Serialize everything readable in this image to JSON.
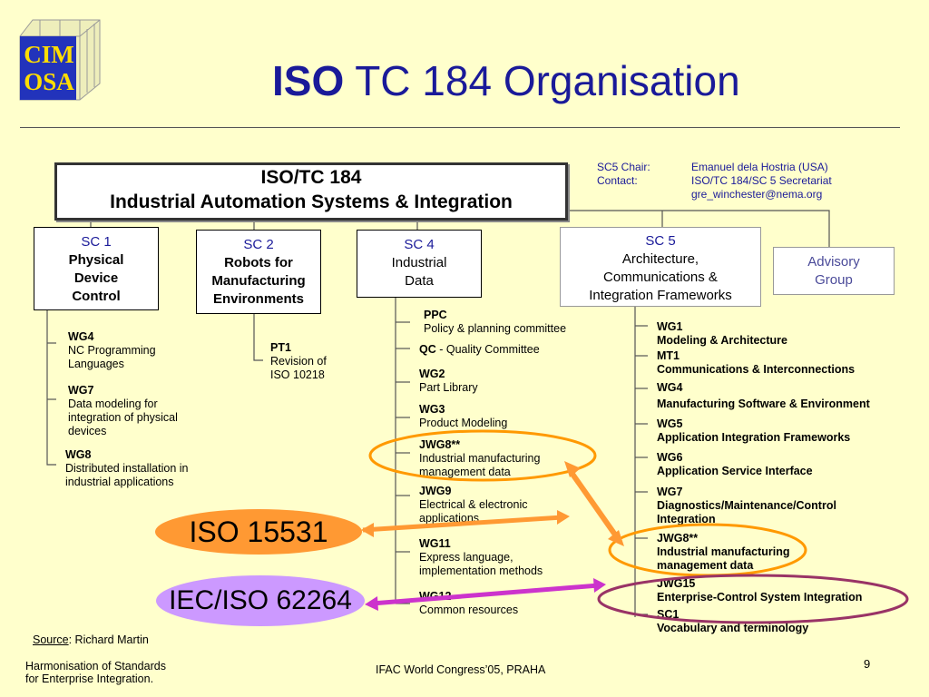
{
  "logo": {
    "line1": "CIM",
    "line2": "OSA"
  },
  "title": {
    "bold": "ISO",
    "rest": "TC 184 Organisation"
  },
  "main_box": {
    "line1": "ISO/TC 184",
    "line2": "Industrial Automation Systems & Integration"
  },
  "contact": {
    "chair_label": "SC5 Chair:",
    "chair_value": "Emanuel dela Hostria (USA)",
    "contact_label": "Contact:",
    "contact_value1": "ISO/TC 184/SC 5 Secretariat",
    "contact_value2": "gre_winchester@nema.org"
  },
  "sc1": {
    "code": "SC 1",
    "l1": "Physical",
    "l2": "Device",
    "l3": "Control"
  },
  "sc2": {
    "code": "SC 2",
    "l1": "Robots for",
    "l2": "Manufacturing",
    "l3": "Environments"
  },
  "sc4": {
    "code": "SC 4",
    "l1": "Industrial",
    "l2": "Data"
  },
  "sc5": {
    "code": "SC 5",
    "l1": "Architecture,",
    "l2": "Communications &",
    "l3": "Integration Frameworks"
  },
  "advisory": {
    "l1": "Advisory",
    "l2": "Group"
  },
  "sc1_groups": [
    {
      "code": "WG4",
      "desc1": "NC Programming",
      "desc2": "Languages"
    },
    {
      "code": "WG7",
      "desc1": "Data modeling for",
      "desc2": "integration of physical",
      "desc3": "devices"
    },
    {
      "code": "WG8",
      "desc1": "Distributed installation in",
      "desc2": "industrial applications"
    }
  ],
  "sc2_groups": [
    {
      "code": "PT1",
      "desc1": "Revision of",
      "desc2": "ISO 10218"
    }
  ],
  "sc4_groups": [
    {
      "code": "PPC",
      "desc1": "Policy & planning committee"
    },
    {
      "code": "QC",
      "desc1": " - Quality Committee"
    },
    {
      "code": "WG2",
      "desc1": "Part Library"
    },
    {
      "code": "WG3",
      "desc1": "Product Modeling"
    },
    {
      "code": "JWG8**",
      "desc1": "Industrial manufacturing",
      "desc2": "management data"
    },
    {
      "code": "JWG9",
      "desc1": "Electrical & electronic",
      "desc2": "applications"
    },
    {
      "code": "WG11",
      "desc1": "Express language,",
      "desc2": "implementation methods"
    },
    {
      "code": "WG12",
      "desc1": "Common resources"
    }
  ],
  "sc5_groups": [
    {
      "code": "WG1",
      "desc1": "Modeling & Architecture"
    },
    {
      "code": "MT1",
      "desc1": "Communications & Interconnections"
    },
    {
      "code": "WG4",
      "desc1": "Manufacturing Software & Environment"
    },
    {
      "code": "WG5",
      "desc1": "Application Integration Frameworks"
    },
    {
      "code": "WG6",
      "desc1": "Application Service Interface"
    },
    {
      "code": "WG7",
      "desc1": "Diagnostics/Maintenance/Control",
      "desc2": "Integration"
    },
    {
      "code": "JWG8**",
      "desc1": "Industrial manufacturing",
      "desc2": "management data"
    },
    {
      "code": "JWG15",
      "desc1": "Enterprise-Control System Integration"
    },
    {
      "code": "SC1",
      "desc1": "Vocabulary and terminology"
    }
  ],
  "ovals": {
    "iso15531": "ISO 15531",
    "iec62264": "IEC/ISO 62264"
  },
  "source": {
    "label": "Source",
    "value": ": Richard Martin"
  },
  "footer": {
    "left1": "Harmonisation of Standards",
    "left2": "for Enterprise Integration.",
    "center": "IFAC World Congress’05, PRAHA",
    "page": "9"
  },
  "colors": {
    "title": "#1a1a99",
    "orange": "#ff9933",
    "oval_border": "#ff9900",
    "purple": "#cc99ff",
    "magenta": "#cc33cc",
    "dark_purple": "#993366",
    "background": "#ffffcc"
  }
}
